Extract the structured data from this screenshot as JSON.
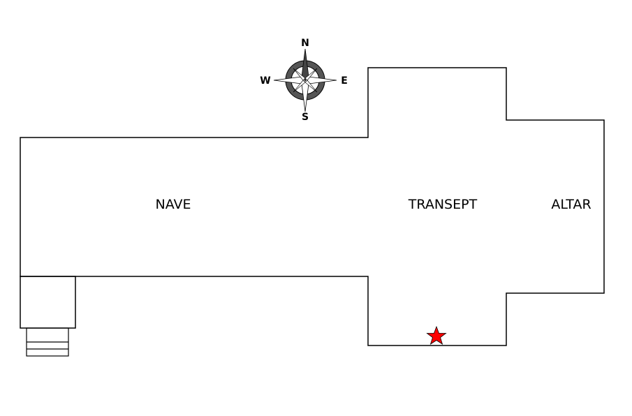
{
  "labels": {
    "nave": "NAVE",
    "transept": "TRANSEPT",
    "altar": "ALTAR"
  },
  "compass": {
    "n": "N",
    "s": "S",
    "e": "E",
    "w": "W"
  },
  "marker": {
    "icon": "star-icon",
    "color": "#ff0000"
  }
}
